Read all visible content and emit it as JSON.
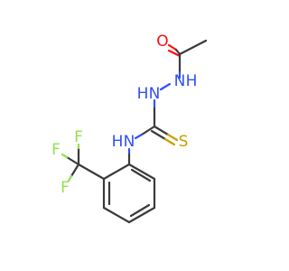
{
  "molecule": {
    "atoms": {
      "o": "O",
      "nh_upper_h": "H",
      "nh_upper_n": "N",
      "nh_mid_h": "H",
      "nh_mid_n": "N",
      "nh_lower_h": "H",
      "nh_lower_n": "N",
      "s": "S",
      "f1": "F",
      "f2": "F",
      "f3": "F"
    },
    "colors": {
      "carbon_bond": "#3a3a3a",
      "oxygen": "#ff0d0d",
      "nitrogen": "#3050f8",
      "sulfur": "#c6a000",
      "fluorine": "#90e050"
    }
  }
}
